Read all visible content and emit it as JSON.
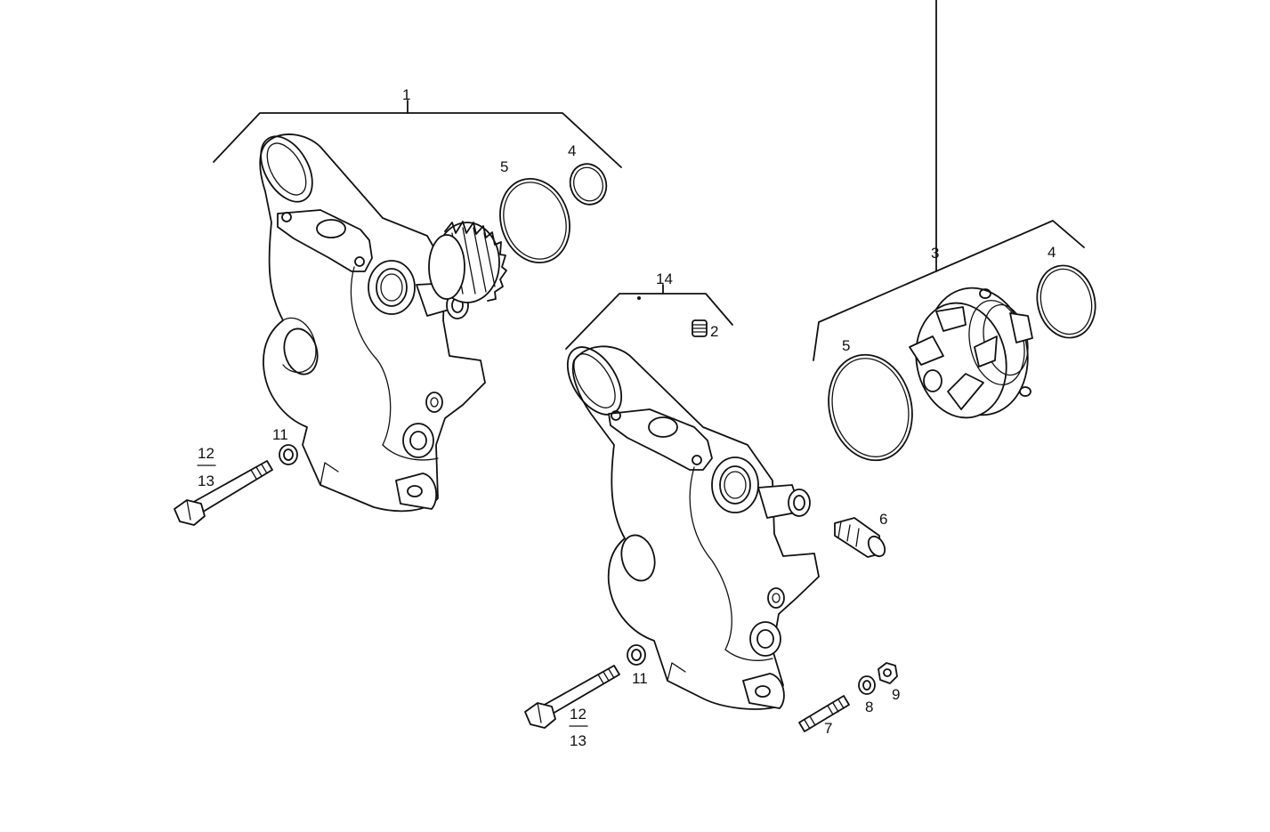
{
  "callouts": {
    "c1": "1",
    "c2": "2",
    "c3": "3",
    "c4a": "4",
    "c4b": "4",
    "c5a": "5",
    "c5b": "5",
    "c6": "6",
    "c7": "7",
    "c8": "8",
    "c9": "9",
    "c11a": "11",
    "c11b": "11",
    "c12a": "12",
    "c13a": "13",
    "c12b": "12",
    "c13b": "13",
    "c14": "14"
  }
}
